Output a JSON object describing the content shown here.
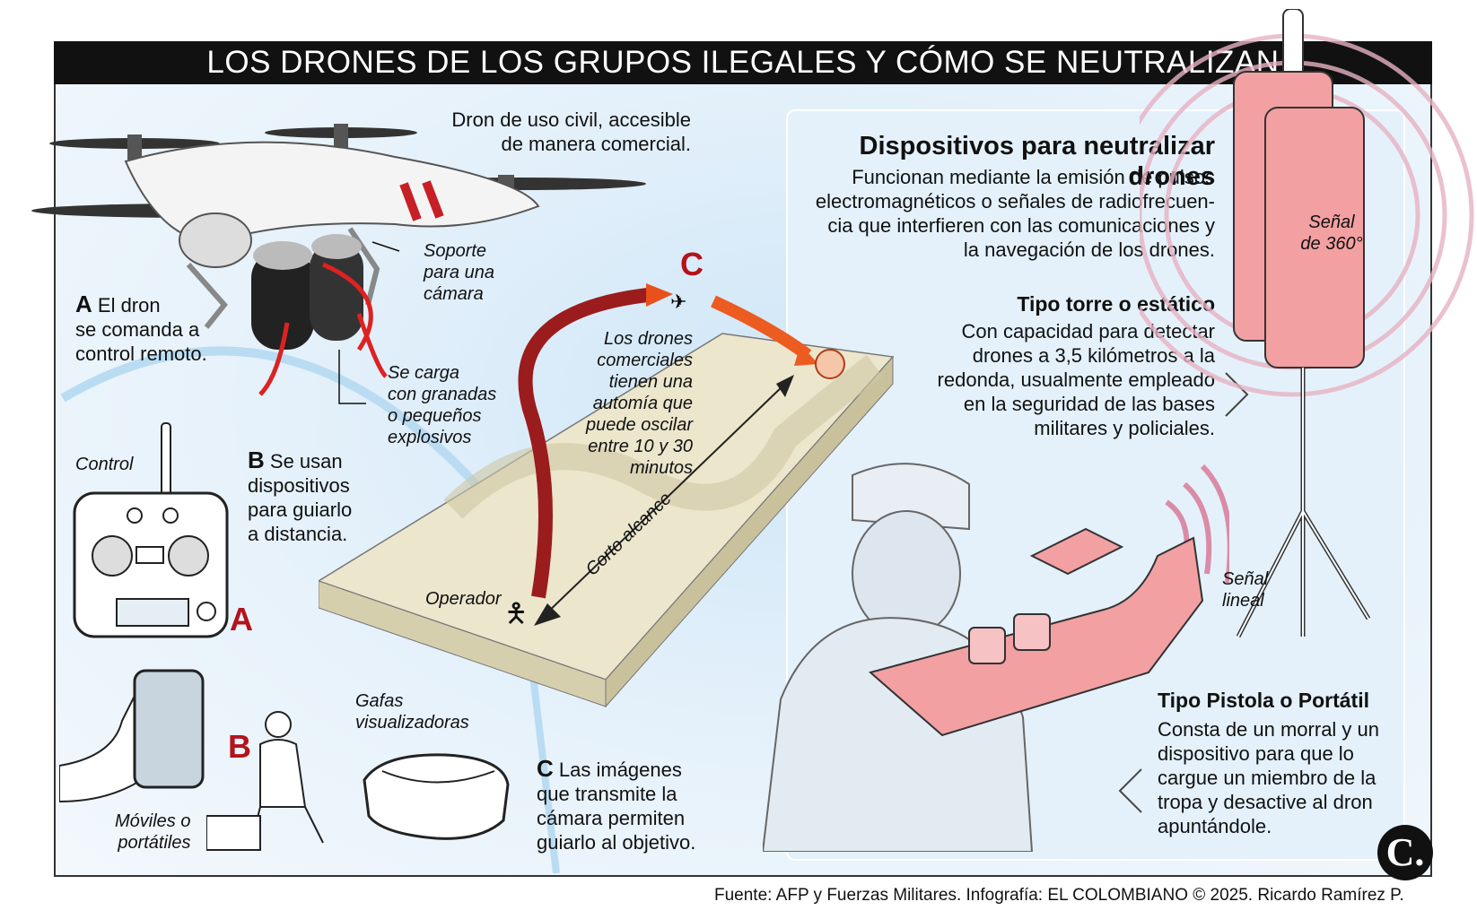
{
  "title": "LOS DRONES DE LOS GRUPOS ILEGALES Y CÓMO SE NEUTRALIZAN",
  "drone": {
    "civil_note": [
      "Dron de uso civil, accesible",
      "de manera comercial."
    ],
    "soporte": [
      "Soporte",
      "para una",
      "cámara"
    ],
    "carga": [
      "Se carga",
      "con granadas",
      "o pequeños",
      "explosivos"
    ]
  },
  "step_a": {
    "letter": "A",
    "lines": [
      " El dron",
      "se comanda a",
      "control remoto."
    ]
  },
  "step_b": {
    "letter": "B",
    "lines": [
      " Se usan",
      "dispositivos",
      "para guiarlo",
      "a distancia."
    ]
  },
  "step_c": {
    "letter": "C",
    "lines": [
      " Las imágenes",
      "que transmite la",
      "cámara permiten",
      "guiarlo al objetivo."
    ]
  },
  "devices": {
    "control": "Control",
    "control_letter": "A",
    "mobile_letter": "B",
    "mobile": [
      "Móviles o",
      "portátiles"
    ],
    "goggles": [
      "Gafas",
      "visualizadoras"
    ]
  },
  "map": {
    "c_letter": "C",
    "autonomy": [
      "Los drones",
      "comerciales",
      "tienen una",
      "automía que",
      "puede oscilar",
      "entre 10 y 30",
      "minutos"
    ],
    "operator": "Operador",
    "range": "Corto alcance"
  },
  "neutralize": {
    "heading": "Dispositivos para neutralizar drones",
    "intro": [
      "Funcionan mediante la emisión de pulsos",
      "electromagnéticos o señales de radiofrecuen-",
      "cia que interfieren con las comunicaciones y",
      "la navegación de los drones."
    ],
    "tower_title": "Tipo torre o estático",
    "tower_text": [
      "Con capacidad para detectar",
      "drones a 3,5 kilómetros a la",
      "redonda, usualmente empleado",
      "en la seguridad de las bases",
      "militares y policiales."
    ],
    "signal_360": [
      "Señal",
      "de 360°"
    ],
    "signal_linear": [
      "Señal",
      "lineal"
    ],
    "gun_title": "Tipo Pistola o Portátil",
    "gun_text": [
      "Consta de un morral y un",
      "dispositivo para que lo",
      "cargue un miembro de la",
      "tropa y desactive al dron",
      "apuntándole."
    ]
  },
  "source": "Fuente: AFP y Fuerzas Militares. Infografía: EL COLOMBIANO © 2025. Ricardo Ramírez P.",
  "logo": "C.",
  "colors": {
    "accent_red": "#b3131b",
    "device_pink": "#f2a0a2",
    "sky": "#d8ecf9",
    "terrain": "#ebe6cc"
  }
}
